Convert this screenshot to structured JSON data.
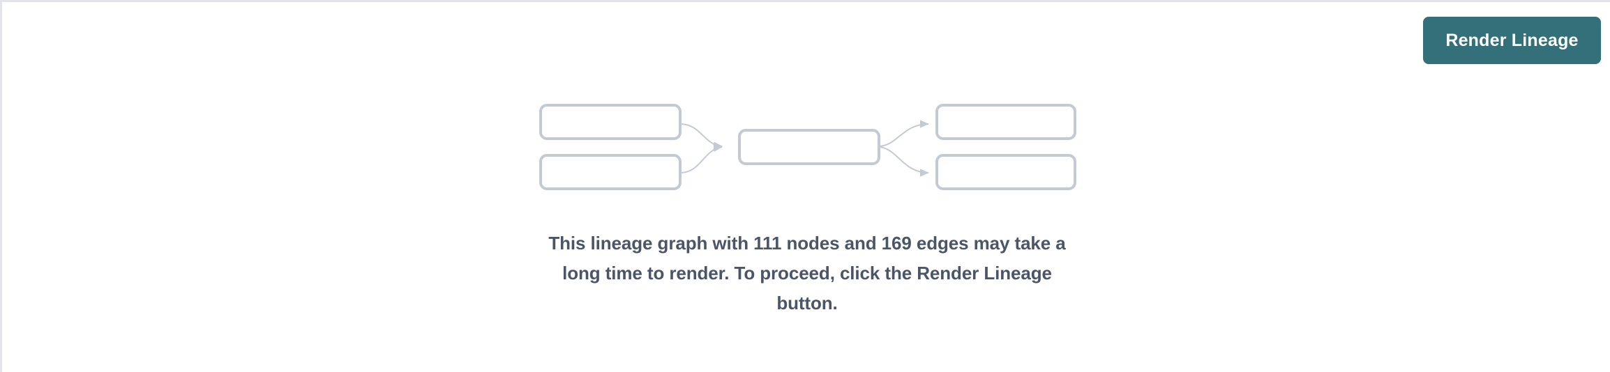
{
  "page": {
    "background_color": "#ffffff",
    "border_color": "#e2e4e9"
  },
  "toolbar": {
    "render_lineage_label": "Render Lineage",
    "render_lineage_bg": "#33707a",
    "render_lineage_text_color": "#ffffff"
  },
  "graph_preview": {
    "node_border_color": "#c4cad4",
    "edge_color": "#c4cad4",
    "node_fill": "#ffffff",
    "nodes": [
      {
        "id": "left-top",
        "label": ""
      },
      {
        "id": "left-bottom",
        "label": ""
      },
      {
        "id": "center",
        "label": ""
      },
      {
        "id": "right-top",
        "label": ""
      },
      {
        "id": "right-bottom",
        "label": ""
      }
    ],
    "edges": [
      {
        "from": "left-top",
        "to": "center"
      },
      {
        "from": "left-bottom",
        "to": "center"
      },
      {
        "from": "center",
        "to": "right-top"
      },
      {
        "from": "center",
        "to": "right-bottom"
      }
    ]
  },
  "warning": {
    "text": "This lineage graph with 111 nodes and 169 edges may take a long time to render. To proceed, click the Render Lineage button.",
    "node_count": "111",
    "edge_count": "169",
    "text_color": "#4b5568"
  }
}
